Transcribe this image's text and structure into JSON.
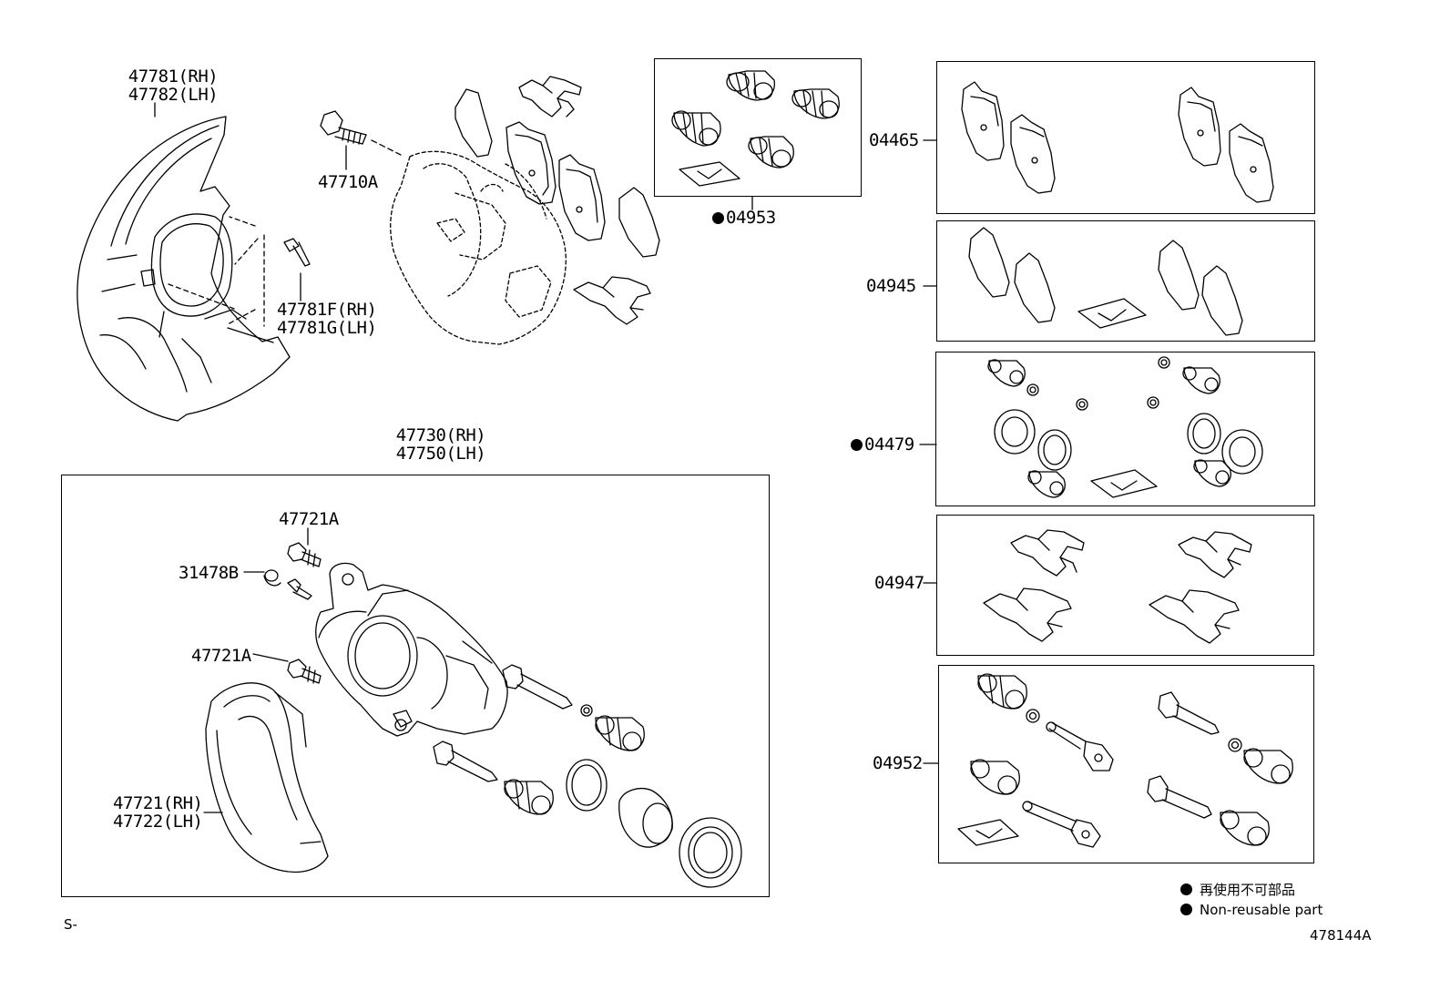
{
  "parts": {
    "dust_cover": [
      "47781(RH)",
      "47782(LH)"
    ],
    "bolt_top": "47710A",
    "cover_screw": [
      "47781F(RH)",
      "47781G(LH)"
    ],
    "caliper_assy": [
      "47730(RH)",
      "47750(LH)"
    ],
    "bleeder_bolt": "47721A",
    "bleeder_cap": "31478B",
    "bolt_lower": "47721A",
    "mounting": [
      "47721(RH)",
      "47722(LH)"
    ]
  },
  "kits": {
    "boot_kit_top": "04953",
    "pad_kit": "04465",
    "shim_kit": "04945",
    "cylinder_kit": "04479",
    "fitting_kit": "04947",
    "slide_pin_kit": "04952"
  },
  "legend": {
    "jp": "再使用不可部品",
    "en": "Non-reusable part"
  },
  "footer": {
    "left": "S-",
    "right": "478144A"
  }
}
